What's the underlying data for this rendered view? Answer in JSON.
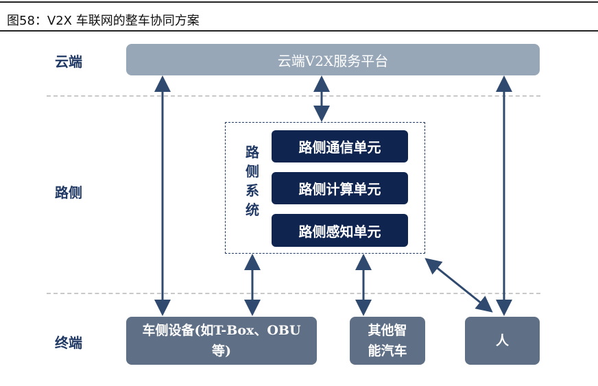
{
  "title": "图58：V2X 车联网的整车协同方案",
  "layers": {
    "cloud": "云端",
    "roadside": "路侧",
    "terminal": "终端"
  },
  "cloud_platform": "云端V2X服务平台",
  "roadside_system": {
    "label": "路侧系统",
    "units": [
      "路侧通信单元",
      "路侧计算单元",
      "路侧感知单元"
    ]
  },
  "terminals": [
    "车侧设备(如T-Box、OBU等)",
    "其他智能汽车",
    "人"
  ],
  "colors": {
    "cloud": "#97a7b8",
    "unit": "#0f2550",
    "terminal": "#5f6f85",
    "arrow": "#2f4a6e",
    "label": "#1f3864"
  }
}
